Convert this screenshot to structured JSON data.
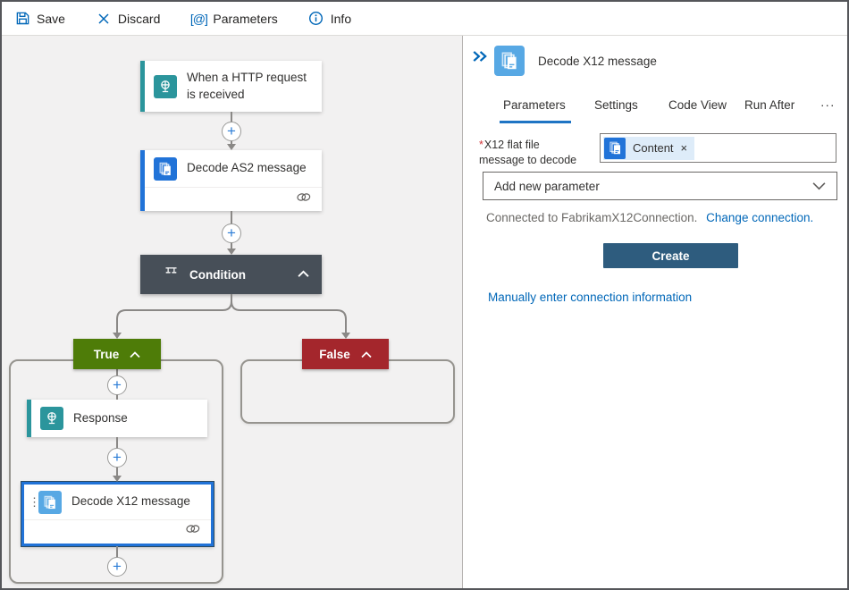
{
  "toolbar": {
    "save": "Save",
    "discard": "Discard",
    "parameters": "Parameters",
    "info": "Info"
  },
  "icons": {
    "plus": "+",
    "close": "×",
    "drag_dots": "⋮",
    "parameters_glyph": "[@]"
  },
  "canvas": {
    "trigger_title": "When a HTTP request is received",
    "as2_title": "Decode AS2 message",
    "condition_title": "Condition",
    "true_label": "True",
    "false_label": "False",
    "response_title": "Response",
    "x12_title": "Decode X12 message"
  },
  "panel": {
    "title": "Decode X12 message",
    "tabs": [
      {
        "label": "Parameters",
        "active": true
      },
      {
        "label": "Settings",
        "active": false
      },
      {
        "label": "Code View",
        "active": false
      },
      {
        "label": "Run After",
        "active": false
      },
      {
        "label": "···",
        "active": false
      }
    ],
    "required_mark": "*",
    "param_label": "X12 flat file message to decode",
    "token_label": "Content",
    "add_param_placeholder": "Add new parameter",
    "connection_status": "Connected to FabrikamX12Connection.",
    "change_connection": "Change connection.",
    "create_button": "Create",
    "manual_link": "Manually enter connection information"
  },
  "colors": {
    "accent_blue": "#0067b8",
    "trigger_teal": "#2b959c",
    "action_blue": "#2173d8",
    "x12_light_blue": "#57a8e4",
    "condition_gray": "#474f58",
    "true_green": "#4e7c08",
    "false_red": "#a4262c",
    "create_button": "#2e5c7e",
    "token_pill": "#deecf9",
    "canvas_bg": "#f2f1f1"
  }
}
